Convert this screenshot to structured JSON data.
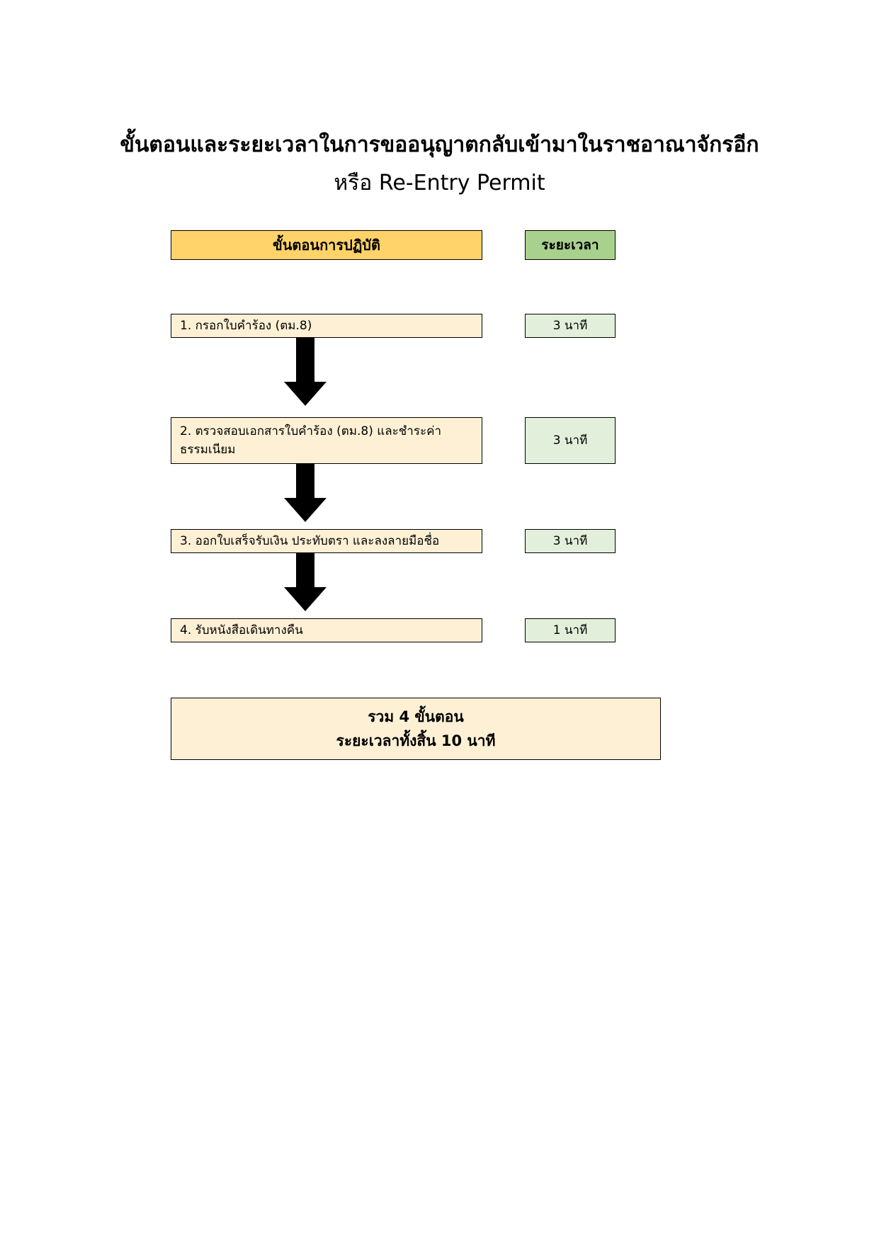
{
  "document": {
    "title_line_1": "ขั้นตอนและระยะเวลาในการขออนุญาตกลับเข้ามาในราชอาณาจักรอีก",
    "title_line_2": "หรือ Re-Entry Permit"
  },
  "table": {
    "header_step": "ขั้นตอนการปฏิบัติ",
    "header_time": "ระยะเวลา"
  },
  "steps": [
    {
      "label": "1. กรอกใบคำร้อง (ตม.8)",
      "duration": "3 นาที"
    },
    {
      "label": "2. ตรวจสอบเอกสารใบคำร้อง (ตม.8)  และชำระค่าธรรมเนียม",
      "duration": "3 นาที"
    },
    {
      "label": "3. ออกใบเสร็จรับเงิน ประทับตรา และลงลายมือชื่อ",
      "duration": "3 นาที"
    },
    {
      "label": "4. รับหนังสือเดินทางคืน",
      "duration": "1 นาที"
    }
  ],
  "summary": {
    "line_1": "รวม 4 ขั้นตอน",
    "line_2": "ระยะเวลาทั้งสิ้น 10 นาที"
  },
  "colors": {
    "header_step_bg": "#FFD369",
    "header_time_bg": "#A9D18E",
    "step_bg": "#FDF0D5",
    "time_bg": "#E2EFDA",
    "border": "#000000",
    "arrow": "#000000"
  }
}
